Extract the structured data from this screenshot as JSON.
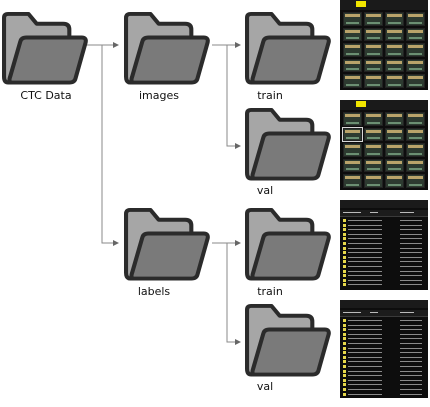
{
  "colors": {
    "folder_back": "#8c8c8c",
    "folder_front": "#707070",
    "folder_outline": "#2b2b2b",
    "connector": "#8a8a8a",
    "thumb_bg": "#0d0d0d",
    "thumb_accent": "#f2e600"
  },
  "nodes": {
    "root": {
      "label": "CTC Data",
      "icon": "folder-icon"
    },
    "images": {
      "label": "images",
      "icon": "folder-icon"
    },
    "labels": {
      "label": "labels",
      "icon": "folder-icon"
    },
    "images_train": {
      "label": "train",
      "icon": "folder-icon"
    },
    "images_val": {
      "label": "val",
      "icon": "folder-icon"
    },
    "labels_train": {
      "label": "train",
      "icon": "folder-icon"
    },
    "labels_val": {
      "label": "val",
      "icon": "folder-icon"
    }
  },
  "previews": {
    "images_train": {
      "kind": "image-grid"
    },
    "images_val": {
      "kind": "image-grid"
    },
    "labels_train": {
      "kind": "file-list"
    },
    "labels_val": {
      "kind": "file-list"
    }
  }
}
